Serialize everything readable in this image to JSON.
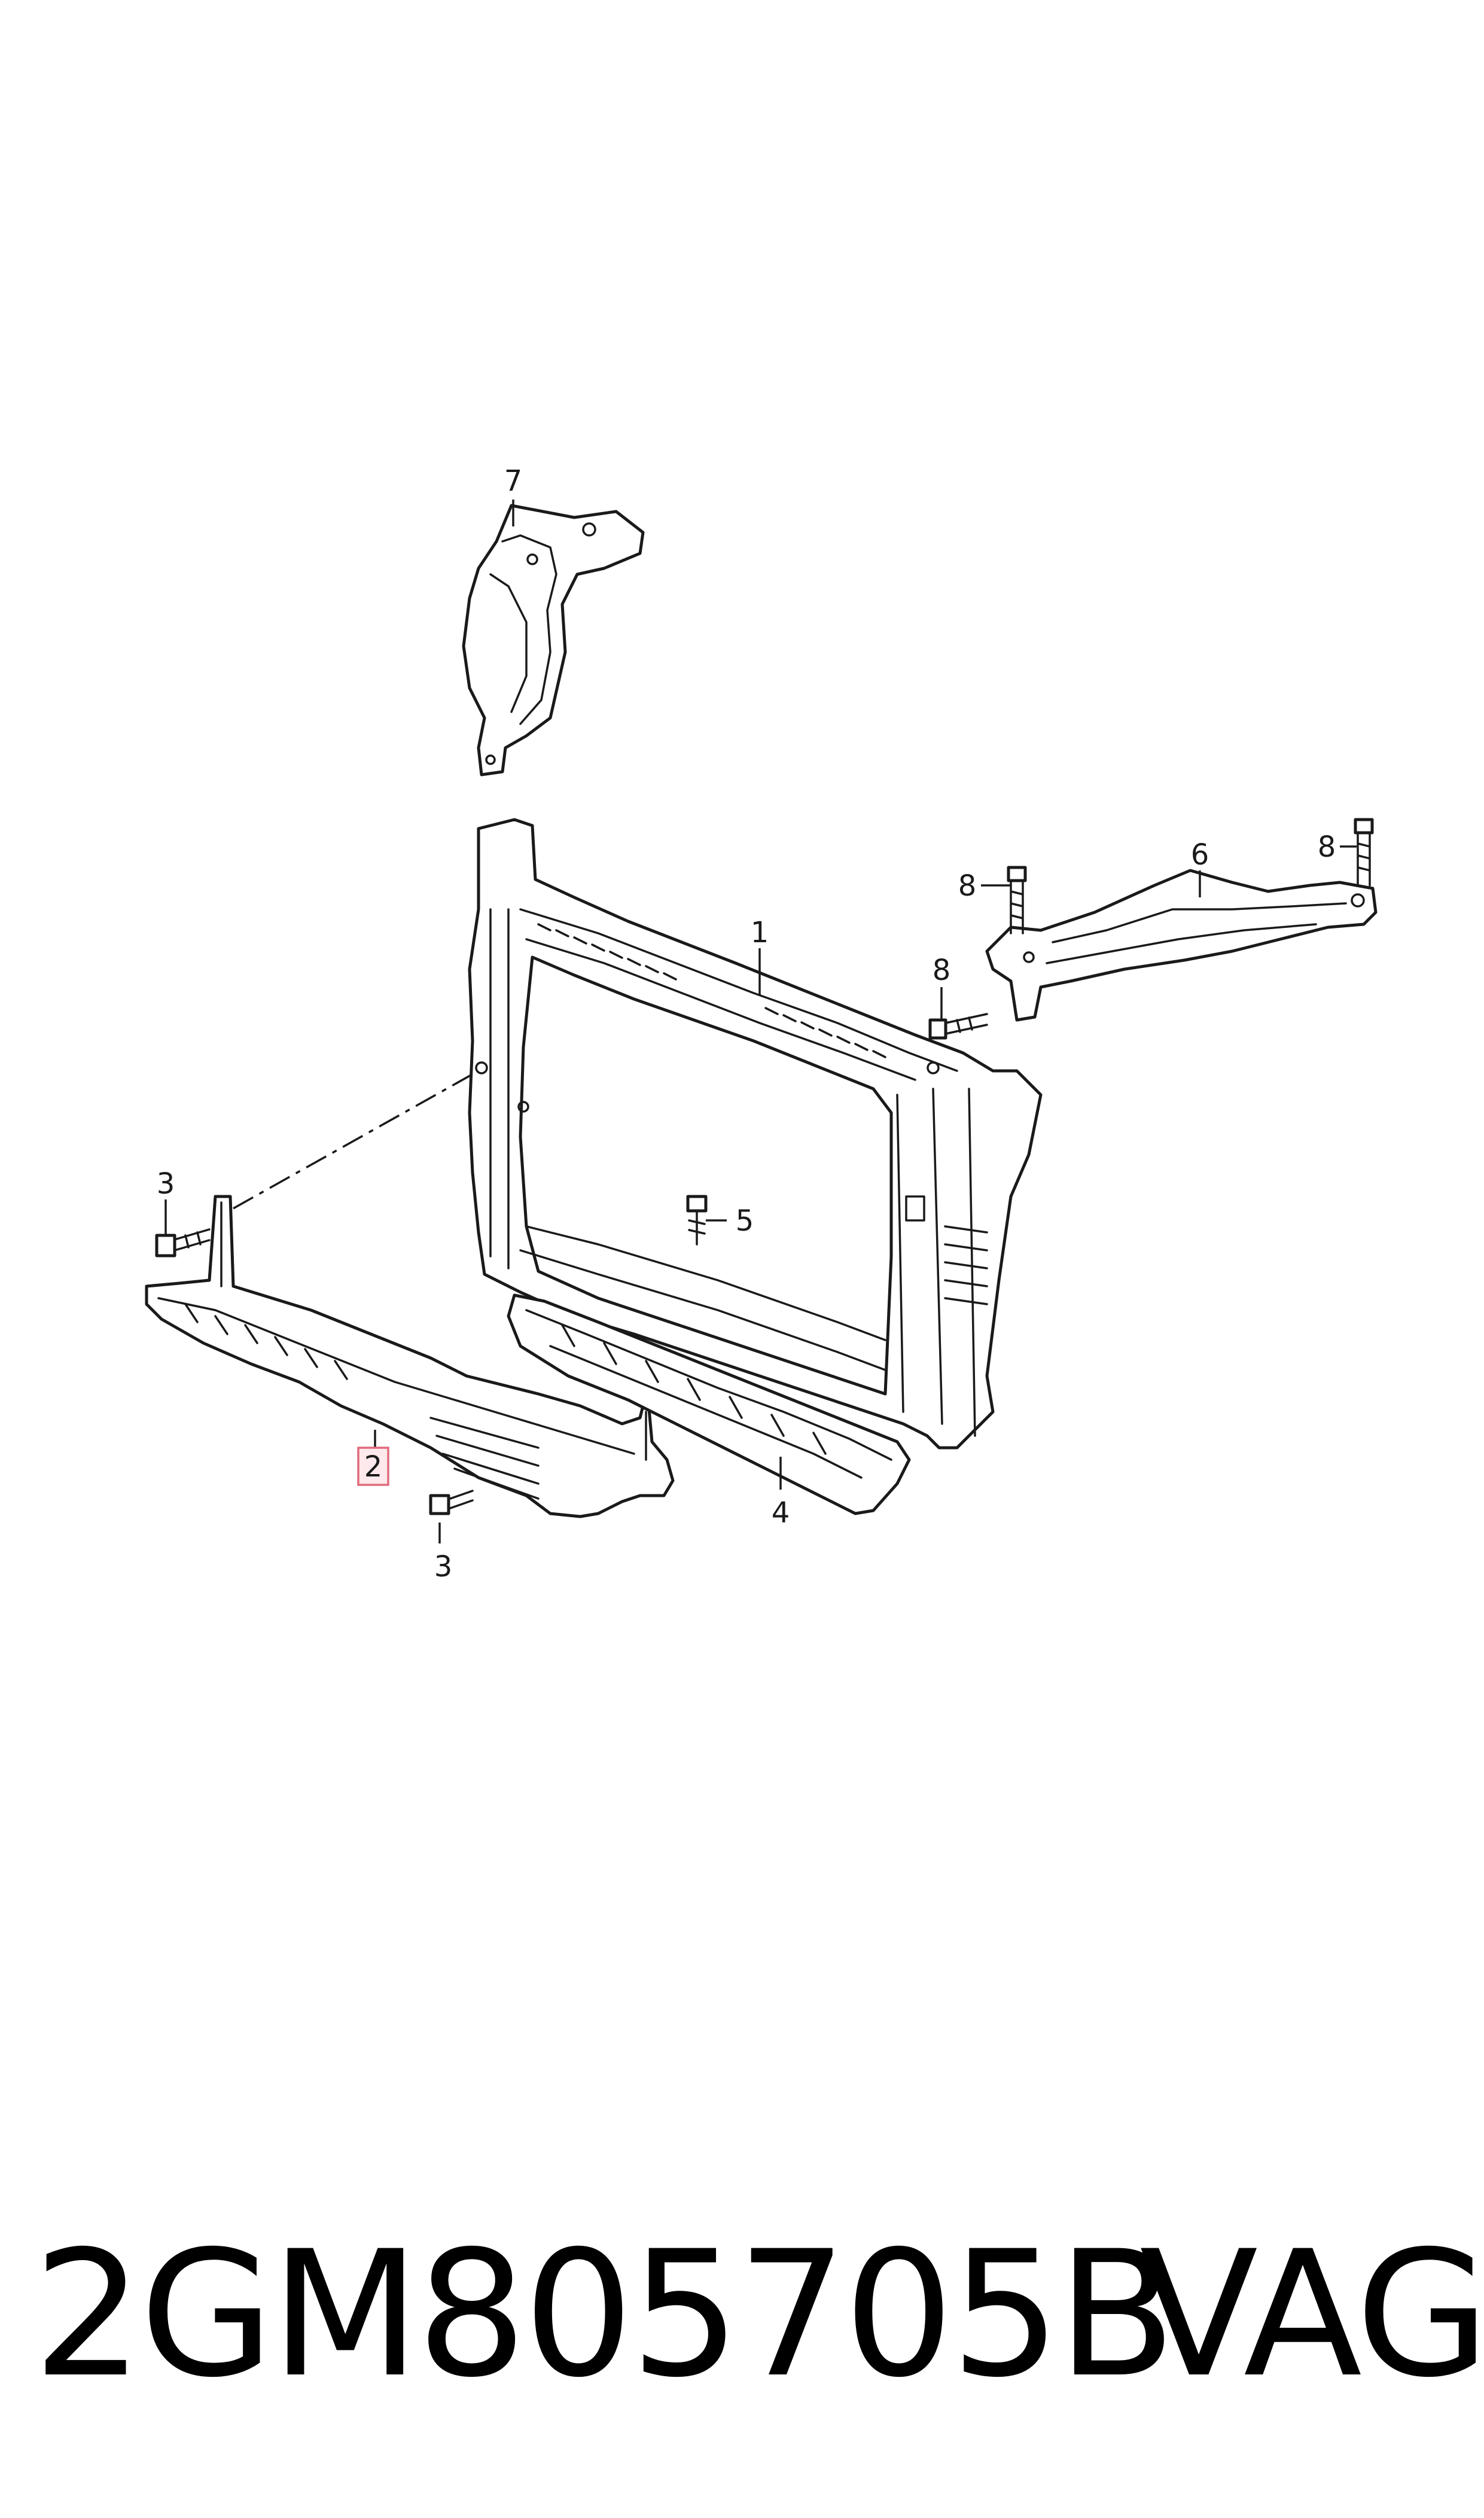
{
  "callouts": {
    "c1": "1",
    "c2": "2",
    "c3a": "3",
    "c3b": "3",
    "c4": "4",
    "c5": "5",
    "c6": "6",
    "c7": "7",
    "c8a": "8",
    "c8b": "8",
    "c8c": "8"
  },
  "highlighted_callout": "2",
  "footer": {
    "part_number": "2GM805705B",
    "brand": "VAG"
  },
  "colors": {
    "highlight_fill": "#ffe9ec",
    "highlight_stroke": "#e06b7c",
    "line": "#1a1a1a"
  }
}
